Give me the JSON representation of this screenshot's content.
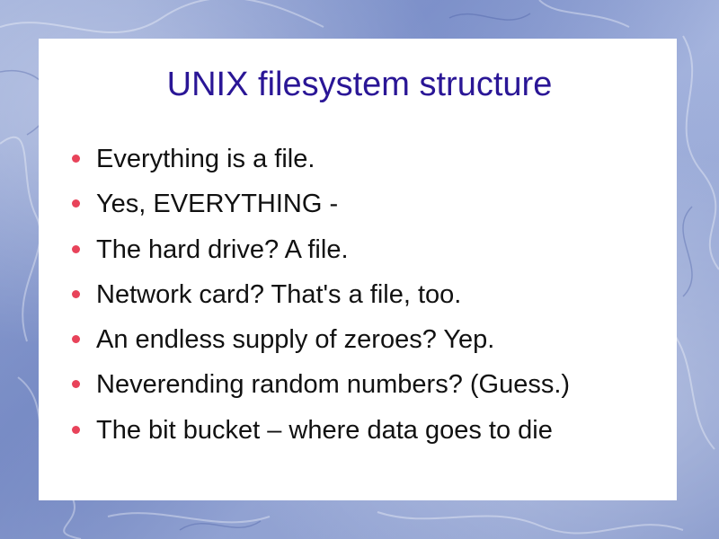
{
  "slide": {
    "title": "UNIX filesystem structure",
    "bullets": [
      "Everything is a file.",
      "Yes, EVERYTHING -",
      "The hard drive?  A file.",
      "Network card?  That's a file, too.",
      "An endless supply of zeroes?  Yep.",
      "Neverending random numbers?  (Guess.)",
      "The bit bucket – where data goes to die"
    ]
  },
  "colors": {
    "title": "#2a1696",
    "bullet_marker": "#e8435a",
    "text": "#111111",
    "background": "#8fa0d0"
  }
}
